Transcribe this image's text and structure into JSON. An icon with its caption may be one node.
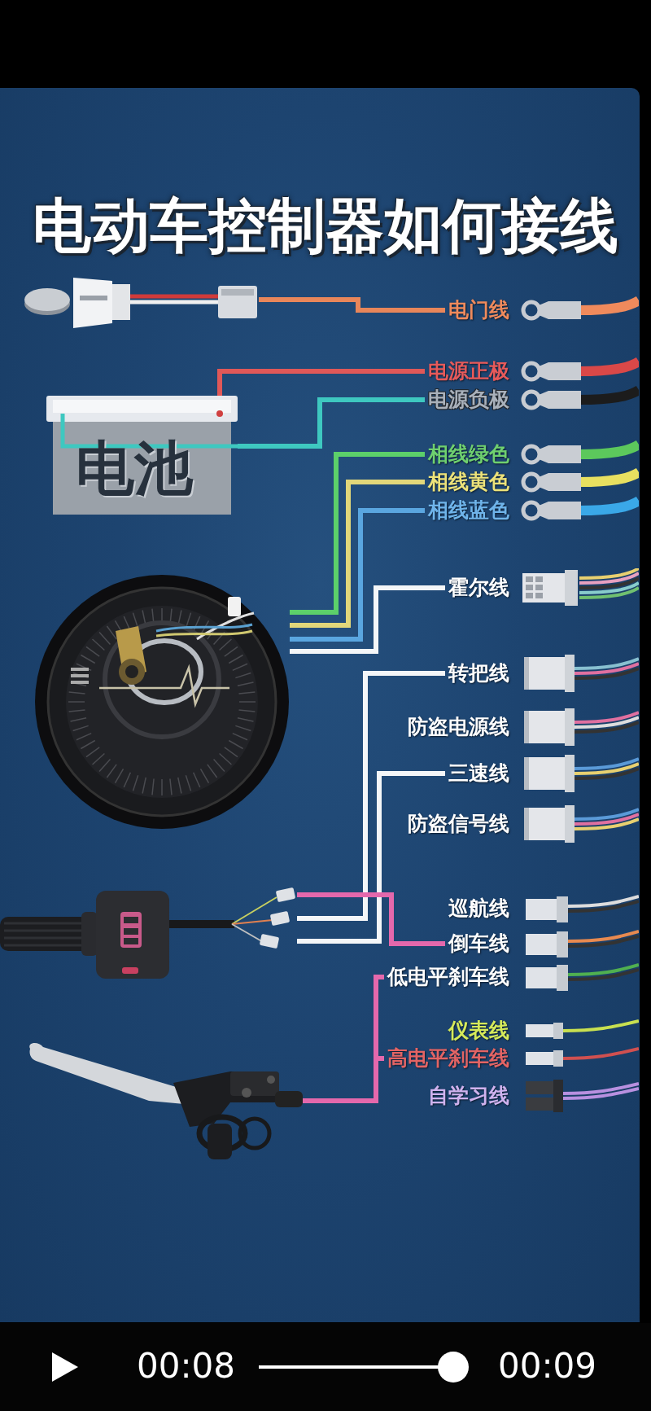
{
  "diagram": {
    "title": "电动车控制器如何接线",
    "nodes": [
      {
        "text": [],
        "shape": "picture"
      },
      {
        "text": [
          "电门线"
        ]
      },
      {
        "text": [
          "电源正极"
        ]
      },
      {
        "text": [
          "电源负极"
        ]
      },
      {
        "text": [
          "电池"
        ]
      },
      {
        "text": [
          "相线绿色"
        ]
      },
      {
        "text": [
          "相线黄色"
        ]
      },
      {
        "text": [
          "相线蓝色"
        ]
      },
      {
        "text": [],
        "shape": "picture"
      },
      {
        "text": [
          "霍尔线"
        ]
      },
      {
        "text": [
          "转把线"
        ]
      },
      {
        "text": [
          "三速线"
        ]
      },
      {
        "text": [],
        "shape": "picture"
      },
      {
        "text": [
          "倒车线"
        ]
      },
      {
        "text": [
          "低电平刹车线"
        ]
      },
      {
        "text": [
          "高电平刹车线"
        ]
      },
      {
        "text": [],
        "shape": "picture"
      }
    ],
    "edges": [
      {
        "from": 0,
        "to": 1,
        "arrow": "none",
        "color": "#e8865a"
      },
      {
        "from": 4,
        "to": 2,
        "arrow": "none",
        "color": "#e05858"
      },
      {
        "from": 4,
        "to": 3,
        "arrow": "none",
        "color": "#3ec8c0"
      },
      {
        "from": 8,
        "to": 5,
        "arrow": "none",
        "color": "#5cd06a"
      },
      {
        "from": 8,
        "to": 6,
        "arrow": "none",
        "color": "#e2d77a"
      },
      {
        "from": 8,
        "to": 7,
        "arrow": "none",
        "color": "#5aa6e0"
      },
      {
        "from": 8,
        "to": 9,
        "arrow": "none"
      },
      {
        "from": 12,
        "to": 10,
        "arrow": "none"
      },
      {
        "from": 12,
        "to": 11,
        "arrow": "none"
      },
      {
        "from": 12,
        "to": 13,
        "arrow": "none",
        "color": "#e468ac"
      },
      {
        "from": 16,
        "to": 14,
        "arrow": "none",
        "color": "#e468ac"
      },
      {
        "from": 16,
        "to": 15,
        "arrow": "none",
        "color": "#e468ac"
      }
    ],
    "labels": [
      "防盗电源线",
      "防盗信号线",
      "巡航线",
      "仪表线",
      "自学习线",
      "00:08",
      "00:09"
    ]
  }
}
